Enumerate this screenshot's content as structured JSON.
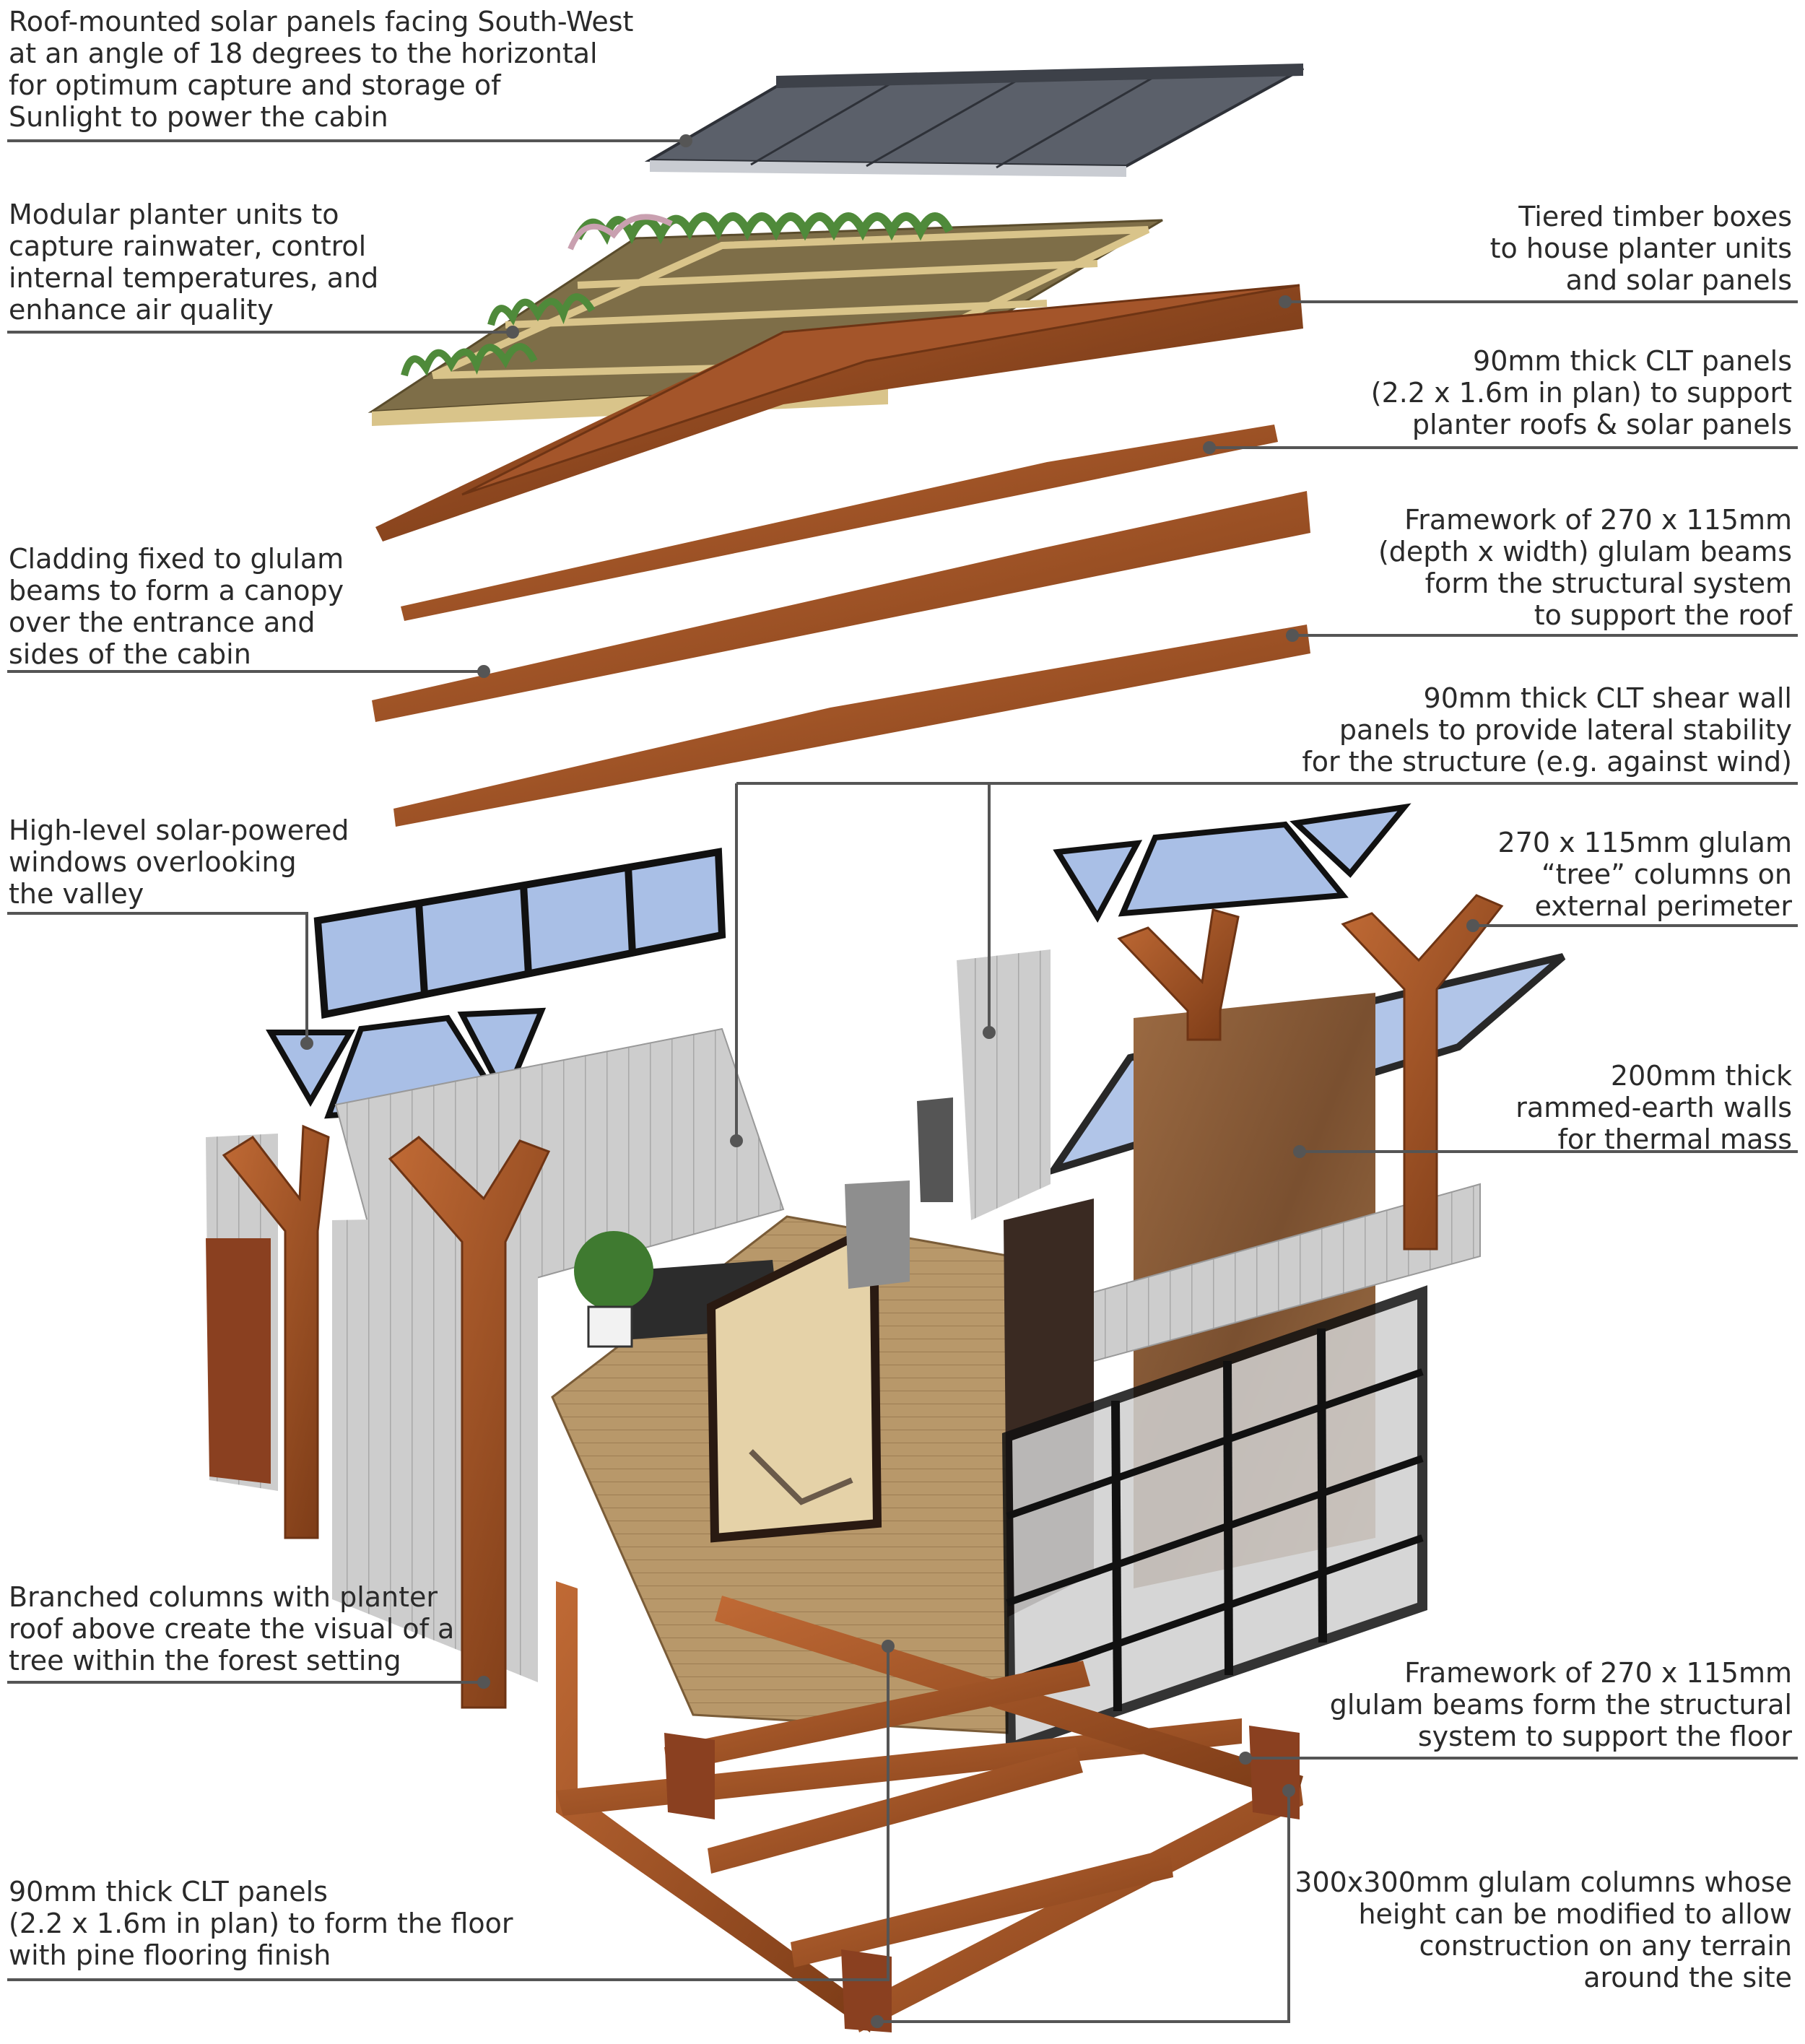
{
  "callouts": {
    "solar_panels": [
      "Roof-mounted solar panels facing South-West",
      "at an angle of 18 degrees to the horizontal",
      "for optimum capture and storage of",
      "Sunlight to power the cabin"
    ],
    "planter_units": [
      "Modular planter units to",
      "capture rainwater, control",
      "internal temperatures, and",
      "enhance air quality"
    ],
    "timber_boxes": [
      "Tiered timber boxes",
      "to house planter units",
      "and solar panels"
    ],
    "clt_roof_panels": [
      "90mm thick CLT panels",
      "(2.2 x 1.6m in plan) to support",
      "planter roofs & solar panels"
    ],
    "cladding": [
      "Cladding fixed to glulam",
      "beams to form a canopy",
      "over the entrance and",
      "sides of the cabin"
    ],
    "roof_framework": [
      "Framework of 270 x 115mm",
      "(depth x width) glulam beams",
      "form the structural system",
      "to support the roof"
    ],
    "shear_walls": [
      "90mm thick CLT shear wall",
      "panels to provide lateral stability",
      "for the structure (e.g. against wind)"
    ],
    "windows": [
      "High-level solar-powered",
      "windows overlooking",
      "the valley"
    ],
    "tree_columns": [
      "270 x 115mm glulam",
      "“tree” columns on",
      "external perimeter"
    ],
    "rammed_earth": [
      "200mm thick",
      "rammed-earth walls",
      "for thermal mass"
    ],
    "branched_columns": [
      "Branched columns with planter",
      "roof above create the visual of a",
      "tree within the forest setting"
    ],
    "floor_framework": [
      "Framework of 270 x 115mm",
      "glulam beams form the structural",
      "system to support the floor"
    ],
    "clt_floor": [
      "90mm thick CLT panels",
      "(2.2 x 1.6m in plan) to form the floor",
      "with pine flooring finish"
    ],
    "glulam_columns": [
      "300x300mm glulam columns whose",
      "height can be modified to allow",
      "construction on any terrain",
      "around the site"
    ]
  },
  "colors": {
    "leader_line": "#555555",
    "timber": "#a5562a",
    "timber_dark": "#6e3414",
    "solar": "#5a6270",
    "glass": "#a9bfe6",
    "cladding": "#c9c9c9",
    "floor": "#b89a6e",
    "rammed_earth": "#8a5a35",
    "planter_soil": "#8a7a55",
    "greenery": "#4f8a3a"
  }
}
